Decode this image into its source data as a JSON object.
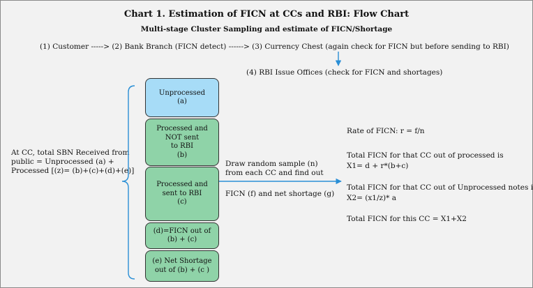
{
  "title": "Chart 1. Estimation of FICN at CCs and RBI: Flow Chart",
  "subtitle": "Multi-stage Cluster Sampling and estimate of FICN/Shortage",
  "flow_line": "(1) Customer  -----> (2) Bank Branch (FICN detect)  ------> (3) Currency Chest (again check for FICN but before sending to RBI)",
  "flow_step4": "(4) RBI Issue Offices (check for FICN and shortages)",
  "left_text": [
    "At CC, total SBN Received from",
    "public = Unprocessed (a) +",
    "Processed [(z)= (b)+(c)+(d)+(e)]"
  ],
  "boxes": [
    {
      "lines": [
        "Unprocessed",
        "(a)"
      ],
      "color": "#a7dcf7"
    },
    {
      "lines": [
        "Processed and",
        "NOT sent",
        "to RBI",
        "(b)"
      ],
      "color": "#8fd3a8"
    },
    {
      "lines": [
        "Processed and",
        "sent to RBI",
        "(c)"
      ],
      "color": "#8fd3a8"
    },
    {
      "lines": [
        "(d)=FICN out of",
        "(b) + (c)"
      ],
      "color": "#8fd3a8"
    },
    {
      "lines": [
        "(e) Net Shortage",
        "out of (b) + (c )"
      ],
      "color": "#8fd3a8"
    }
  ],
  "sample_text": [
    "Draw random sample (n)",
    "from each CC  and find out"
  ],
  "sample_result": "FICN (f) and net shortage (g)",
  "rate_text": "Rate of   FICN:  r  =  f/n",
  "x1_text": [
    "Total FICN for that CC out of processed is",
    "X1= d + r*(b+c)"
  ],
  "x2_text": [
    "Total FICN for that CC out of Unprocessed notes is",
    "X2= (x1/z)* a"
  ],
  "total_text": "Total FICN for this CC = X1+X2",
  "colors": {
    "arrow": "#2a8fd6",
    "brace": "#2a8fd6",
    "background": "#f2f2f2"
  }
}
